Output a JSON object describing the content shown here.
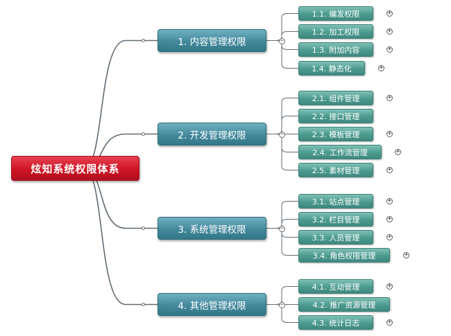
{
  "root": {
    "label": "炫知系统权限体系"
  },
  "branches": [
    {
      "label": "1. 内容管理权限",
      "children": [
        "1.1. 编发权限",
        "1.2. 加工权限",
        "1.3. 附加内容",
        "1.4. 静态化"
      ]
    },
    {
      "label": "2. 开发管理权限",
      "children": [
        "2.1. 组件管理",
        "2.2. 接口管理",
        "2.3. 模板管理",
        "2.4. 工作流管理",
        "2.5. 素材管理"
      ]
    },
    {
      "label": "3. 系统管理权限",
      "children": [
        "3.1. 站点管理",
        "3.2. 栏目管理",
        "3.3. 人员管理",
        "3.4. 角色权限管理"
      ]
    },
    {
      "label": "4. 其他管理权限",
      "children": [
        "4.1. 互动管理",
        "4.2. 推广资源管理",
        "4.3. 统计日志"
      ]
    }
  ],
  "colors": {
    "root": "#cf1425",
    "branch": "#43899c",
    "leaf": "#4c9a8f",
    "connector": "#5f6b73"
  },
  "icons": {
    "expand": "+",
    "collapse": "−"
  }
}
